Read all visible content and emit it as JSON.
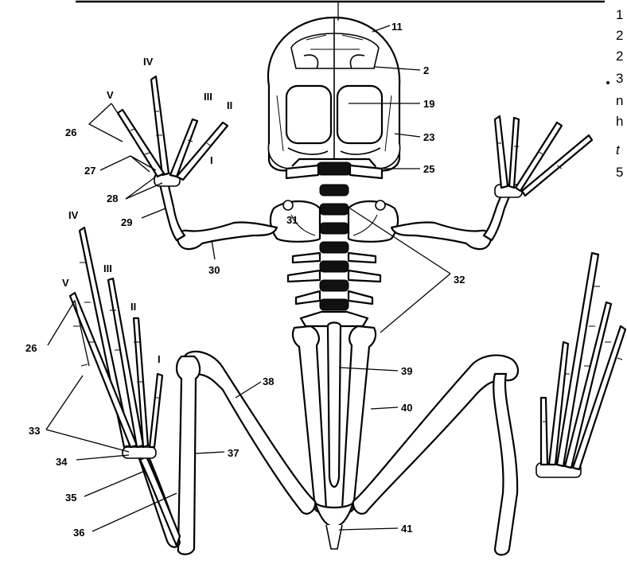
{
  "figure": {
    "labels": {
      "l2": "2",
      "l11": "11",
      "l19": "19",
      "l23": "23",
      "l25": "25",
      "l26a": "26",
      "l26b": "26",
      "l27": "27",
      "l28": "28",
      "l29": "29",
      "l30": "30",
      "l31": "31",
      "l32": "32",
      "l33": "33",
      "l34": "34",
      "l35": "35",
      "l36": "36",
      "l37": "37",
      "l38": "38",
      "l39": "39",
      "l40": "40",
      "l41": "41"
    },
    "digits": {
      "hand_I": "I",
      "hand_II": "II",
      "hand_III": "III",
      "hand_IV": "IV",
      "hand_V": "V",
      "foot_I": "I",
      "foot_II": "II",
      "foot_III": "III",
      "foot_IV": "IV",
      "foot_V": "V"
    },
    "margin_text": [
      "1",
      "2",
      "2",
      "3",
      "n",
      "h",
      "t",
      "5"
    ]
  }
}
